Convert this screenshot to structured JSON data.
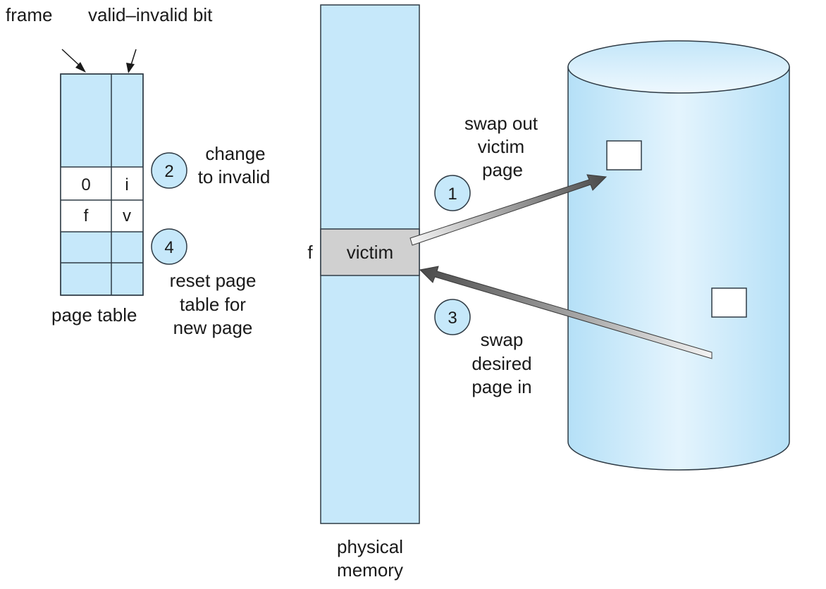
{
  "colors": {
    "fill_blue": "#c6e8fa",
    "cylinder_edge": "#b5e0f7",
    "cylinder_center": "#e4f4fd",
    "victim_gray": "#d0d0d0",
    "step_circle": "#c6e8fa",
    "stroke": "#2f3b45",
    "arrow_dark": "#555555",
    "arrow_light": "#f0f0f0"
  },
  "page_table": {
    "label": "page table",
    "column_labels": {
      "frame": "frame",
      "valid_invalid": "valid–invalid bit"
    },
    "rows": [
      {
        "frame": "0",
        "bit": "i"
      },
      {
        "frame": "f",
        "bit": "v"
      }
    ]
  },
  "steps": [
    {
      "number": "1",
      "lines": [
        "swap out",
        "victim",
        "page"
      ]
    },
    {
      "number": "2",
      "lines": [
        "change",
        "to invalid"
      ]
    },
    {
      "number": "3",
      "lines": [
        "swap",
        "desired",
        "page in"
      ]
    },
    {
      "number": "4",
      "lines": [
        "reset page",
        "table for",
        "new page"
      ]
    }
  ],
  "physical_memory": {
    "label_lines": [
      "physical",
      "memory"
    ],
    "frame_label": "f",
    "victim_label": "victim"
  }
}
